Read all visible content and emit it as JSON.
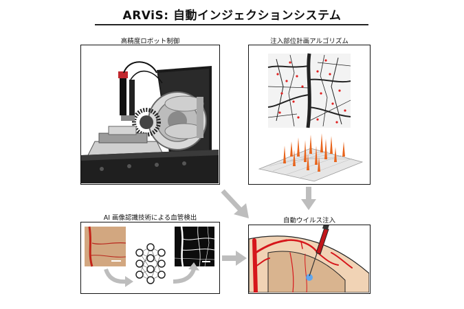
{
  "title": "ARViS: 自動インジェクションシステム",
  "panels": {
    "robot": {
      "caption": "高精度ロボット制御"
    },
    "algorithm": {
      "caption": "注入部位計画アルゴリズム"
    },
    "vessel": {
      "caption": "AI 画像認識技術による血管検出"
    },
    "injection": {
      "caption": "自動ウイルス注入"
    }
  },
  "colors": {
    "arrow": "#bdbdbd",
    "vessel_red": "#d6161b",
    "brain_tissue": "#f1d3b5",
    "frame": "#111111"
  }
}
